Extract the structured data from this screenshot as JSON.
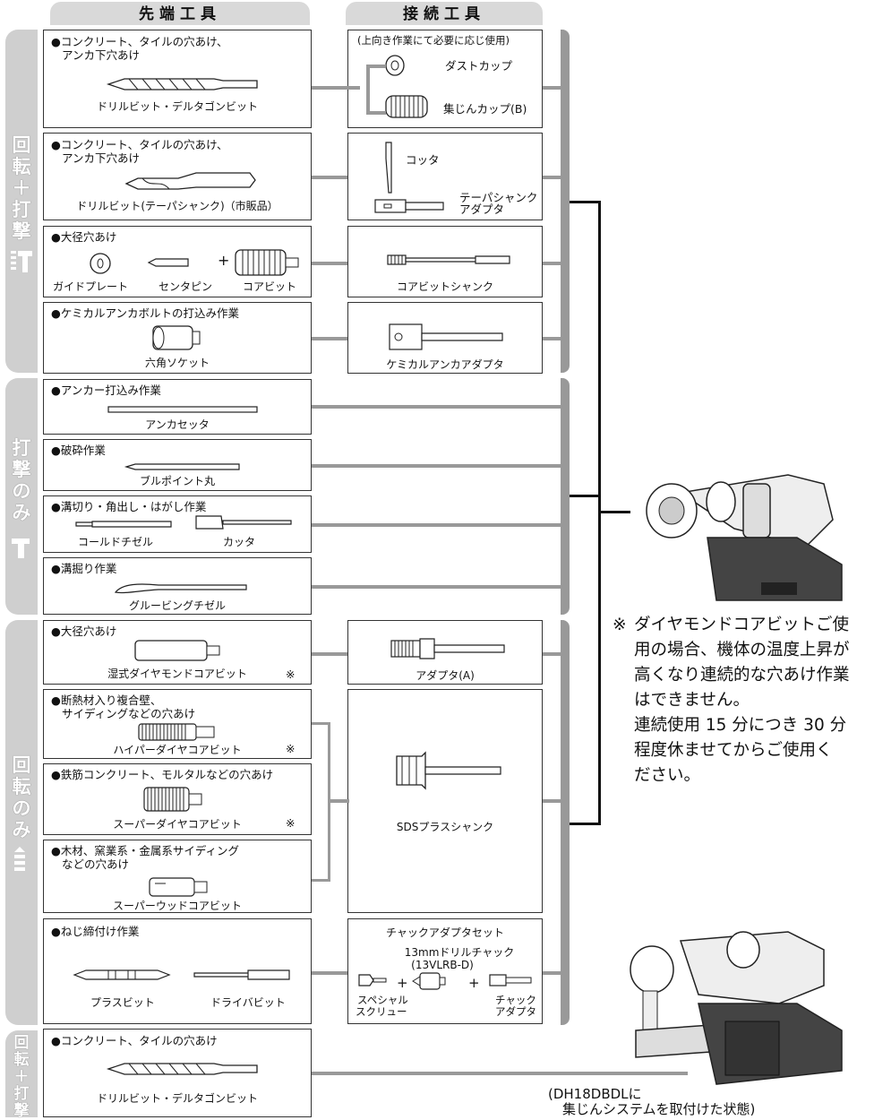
{
  "headers": {
    "tip": "先端工具",
    "connect": "接続工具"
  },
  "groups": [
    {
      "label": "回転＋打撃",
      "chars": [
        "回",
        "転",
        "＋",
        "打",
        "撃"
      ]
    },
    {
      "label": "打撃のみ",
      "chars": [
        "打",
        "撃",
        "の",
        "み"
      ]
    },
    {
      "label": "回転のみ",
      "chars": [
        "回",
        "転",
        "の",
        "み"
      ]
    },
    {
      "label": "回転＋打撃",
      "chars": [
        "回",
        "転",
        "＋",
        "打",
        "撃"
      ]
    }
  ],
  "left": [
    {
      "title": "●コンクリート、タイルの穴あけ、",
      "title2": "アンカ下穴あけ",
      "cap": "ドリルビット・デルタゴンビット"
    },
    {
      "title": "●コンクリート、タイルの穴あけ、",
      "title2": "アンカ下穴あけ",
      "cap": "ドリルビット(テーパシャンク)（市販品）"
    },
    {
      "title": "●大径穴あけ",
      "caps": [
        "ガイドプレート",
        "センタピン",
        "コアビット"
      ],
      "plus": "+"
    },
    {
      "title": "●ケミカルアンカボルトの打込み作業",
      "cap": "六角ソケット"
    },
    {
      "title": "●アンカー打込み作業",
      "cap": "アンカセッタ"
    },
    {
      "title": "●破砕作業",
      "cap": "ブルポイント丸"
    },
    {
      "title": "●溝切り・角出し・はがし作業",
      "caps": [
        "コールドチゼル",
        "カッタ"
      ]
    },
    {
      "title": "●溝掘り作業",
      "cap": "グルービングチゼル"
    },
    {
      "title": "●大径穴あけ",
      "cap": "湿式ダイヤモンドコアビット",
      "mark": "※"
    },
    {
      "title": "●断熱材入り複合壁、",
      "title2": "サイディングなどの穴あけ",
      "cap": "ハイパーダイヤコアビット",
      "mark": "※"
    },
    {
      "title": "●鉄筋コンクリート、モルタルなどの穴あけ",
      "cap": "スーパーダイヤコアビット",
      "mark": "※"
    },
    {
      "title": "●木材、窯業系・金属系サイディング",
      "title2": "などの穴あけ",
      "cap": "スーパーウッドコアビット"
    },
    {
      "title": "●ねじ締付け作業",
      "caps": [
        "プラスビット",
        "ドライバビット"
      ]
    },
    {
      "title": "●コンクリート、タイルの穴あけ",
      "cap": "ドリルビット・デルタゴンビット"
    }
  ],
  "right": {
    "r1": {
      "note": "(上向き作業にて必要に応じ使用)",
      "items": [
        "ダストカップ",
        "集じんカップ(B)"
      ]
    },
    "r2": {
      "items": [
        "コッタ",
        "テーパシャンク",
        "アダプタ"
      ]
    },
    "r3": {
      "cap": "コアビットシャンク"
    },
    "r4": {
      "cap": "ケミカルアンカアダプタ"
    },
    "r5": {
      "cap": "アダプタ(A)"
    },
    "r6": {
      "cap": "SDSプラスシャンク"
    },
    "r7": {
      "title": "チャックアダプタセット",
      "chuck1": "13mmドリルチャック",
      "chuck2": "(13VLRB-D)",
      "sp1": "スペシャル",
      "sp2": "スクリュー",
      "ad1": "チャック",
      "ad2": "アダプタ",
      "plus": "+"
    }
  },
  "note": {
    "mark": "※",
    "lines": [
      "ダイヤモンドコアビットご使",
      "用の場合、機体の温度上昇が",
      "高くなり連続的な穴あけ作業",
      "はできません。",
      "連続使用 15 分につき 30 分",
      "程度休ませてからご使用く",
      "ださい。"
    ]
  },
  "caption": {
    "line1": "(DH18DBDLに",
    "line2": "集じんシステムを取付けた状態)"
  }
}
